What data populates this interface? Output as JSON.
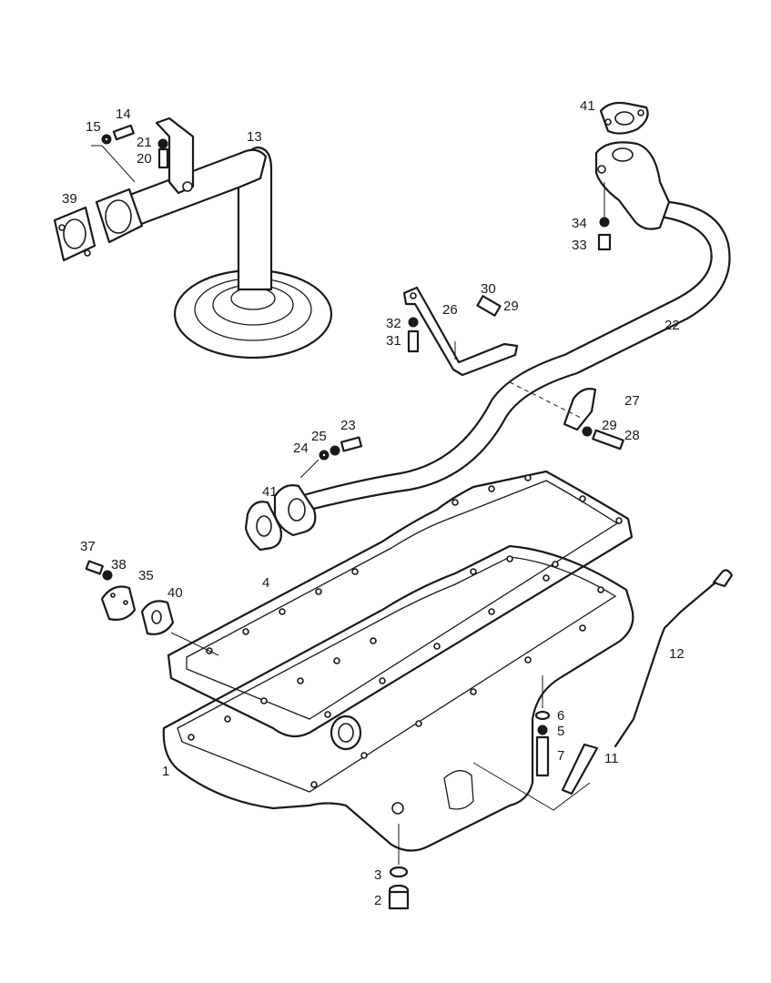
{
  "callouts": {
    "c1": "1",
    "c2": "2",
    "c3": "3",
    "c4": "4",
    "c5": "5",
    "c6": "6",
    "c7": "7",
    "c11": "11",
    "c12": "12",
    "c13": "13",
    "c14": "14",
    "c15": "15",
    "c20": "20",
    "c21": "21",
    "c22": "22",
    "c23": "23",
    "c24": "24",
    "c25": "25",
    "c26": "26",
    "c27": "27",
    "c28": "28",
    "c29a": "29",
    "c29b": "29",
    "c30": "30",
    "c31": "31",
    "c32": "32",
    "c33": "33",
    "c34": "34",
    "c35": "35",
    "c37": "37",
    "c38": "38",
    "c39": "39",
    "c40": "40",
    "c41a": "41",
    "c41b": "41"
  }
}
